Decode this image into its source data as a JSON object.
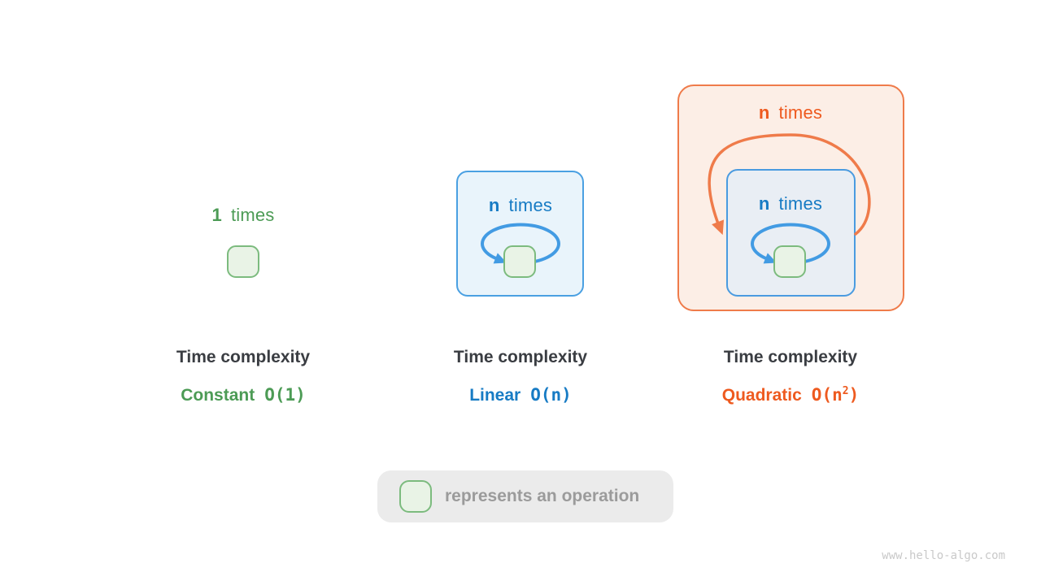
{
  "panels": [
    {
      "heading": "Time complexity",
      "complexity": "Constant",
      "big_o": {
        "prefix": "O(1)",
        "sup": "",
        "suffix": ""
      },
      "loop": {
        "count": "1",
        "word": "times"
      }
    },
    {
      "heading": "Time complexity",
      "complexity": "Linear",
      "big_o": {
        "prefix": "O(n)",
        "sup": "",
        "suffix": ""
      },
      "loop": {
        "count": "n",
        "word": "times"
      }
    },
    {
      "heading": "Time complexity",
      "complexity": "Quadratic",
      "big_o": {
        "prefix": "O(n",
        "sup": "2",
        "suffix": ")"
      },
      "outer_loop": {
        "count": "n",
        "word": "times"
      },
      "inner_loop": {
        "count": "n",
        "word": "times"
      }
    }
  ],
  "legend": {
    "text": "represents an operation"
  },
  "watermark": "www.hello-algo.com",
  "colors": {
    "green_text": "#4c9b55",
    "blue_text": "#177bc4",
    "orange_text": "#ee5a1f",
    "blue_arrow": "#429be3",
    "orange_arrow": "#ef7b4a",
    "blue_box_border": "#4aa0e2",
    "blue_box_fill": "#e9f4fb",
    "inner_blue_box_fill": "#e9eef4",
    "orange_box_border": "#ef7b4a",
    "orange_box_fill": "#fceee6",
    "green_box_border": "#7cbb7e",
    "green_box_fill": "#e9f3e6",
    "heading_text": "#3a3d42",
    "legend_bg": "#ebebeb",
    "legend_text": "#9b9b9b",
    "watermark_text": "#c9c9c9"
  }
}
